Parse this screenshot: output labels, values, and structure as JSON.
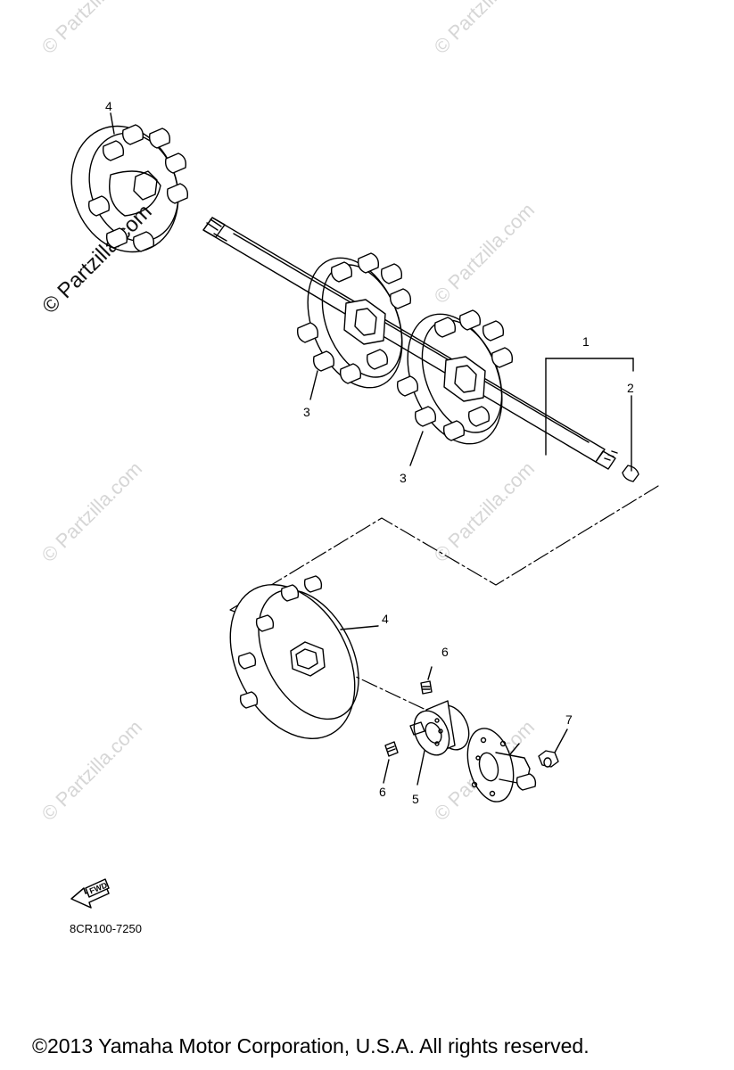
{
  "callouts": {
    "c1": "1",
    "c2": "2",
    "c3a": "3",
    "c3b": "3",
    "c4a": "4",
    "c4b": "4",
    "c5": "5",
    "c6a": "6",
    "c6b": "6",
    "c7": "7"
  },
  "fwd_label": "FWD",
  "diagram_code": "8CR100-7250",
  "copyright": "©2013  Yamaha Motor Corporation, U.S.A. All rights reserved.",
  "watermark_text": "© Partzilla.com",
  "watermark_main": "© Partzilla.com",
  "colors": {
    "line": "#000000",
    "watermark": "#d6d6d6",
    "background": "#ffffff"
  }
}
